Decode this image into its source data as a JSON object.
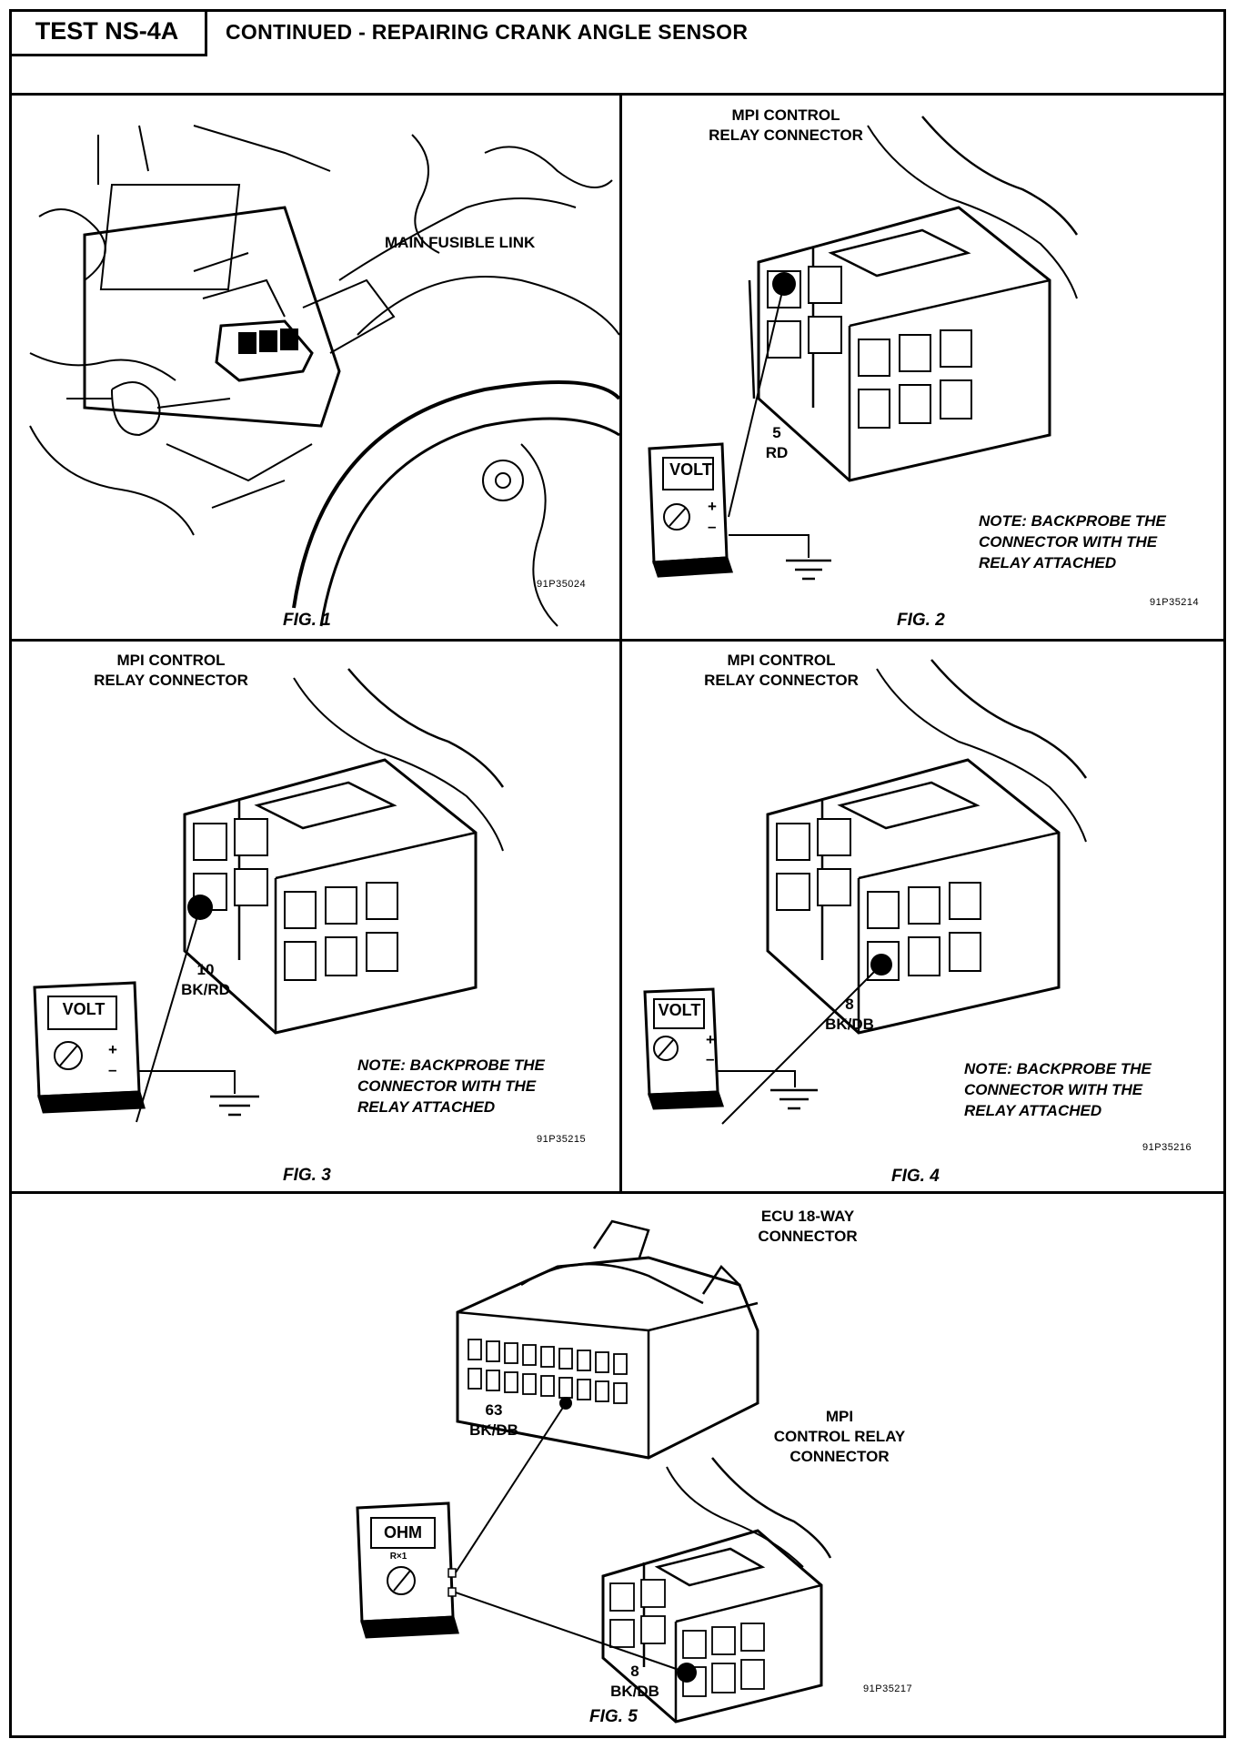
{
  "header": {
    "test_id": "TEST NS-4A",
    "title": "CONTINUED - REPAIRING CRANK ANGLE SENSOR"
  },
  "fig1": {
    "callout": "MAIN FUSIBLE LINK",
    "code": "91P35024",
    "caption": "FIG. 1"
  },
  "fig2": {
    "connector_label_1": "MPI CONTROL",
    "connector_label_2": "RELAY CONNECTOR",
    "pin": "5",
    "wire": "RD",
    "meter": "VOLT",
    "plus": "+",
    "minus": "–",
    "note_1": "NOTE: BACKPROBE THE",
    "note_2": "CONNECTOR WITH THE",
    "note_3": "RELAY ATTACHED",
    "code": "91P35214",
    "caption": "FIG. 2"
  },
  "fig3": {
    "connector_label_1": "MPI CONTROL",
    "connector_label_2": "RELAY CONNECTOR",
    "pin": "10",
    "wire": "BK/RD",
    "meter": "VOLT",
    "plus": "+",
    "minus": "–",
    "note_1": "NOTE: BACKPROBE THE",
    "note_2": "CONNECTOR WITH THE",
    "note_3": "RELAY ATTACHED",
    "code": "91P35215",
    "caption": "FIG. 3"
  },
  "fig4": {
    "connector_label_1": "MPI CONTROL",
    "connector_label_2": "RELAY CONNECTOR",
    "pin": "8",
    "wire": "BK/DB",
    "meter": "VOLT",
    "plus": "+",
    "minus": "–",
    "note_1": "NOTE: BACKPROBE THE",
    "note_2": "CONNECTOR WITH THE",
    "note_3": "RELAY ATTACHED",
    "code": "91P35216",
    "caption": "FIG. 4"
  },
  "fig5": {
    "ecu_label_1": "ECU 18-WAY",
    "ecu_label_2": "CONNECTOR",
    "relay_label_1": "MPI",
    "relay_label_2": "CONTROL RELAY",
    "relay_label_3": "CONNECTOR",
    "pin_ecu": "63",
    "wire_ecu": "BK/DB",
    "pin_relay": "8",
    "wire_relay": "BK/DB",
    "meter": "OHM",
    "range": "R×1",
    "code": "91P35217",
    "caption": "FIG. 5"
  }
}
